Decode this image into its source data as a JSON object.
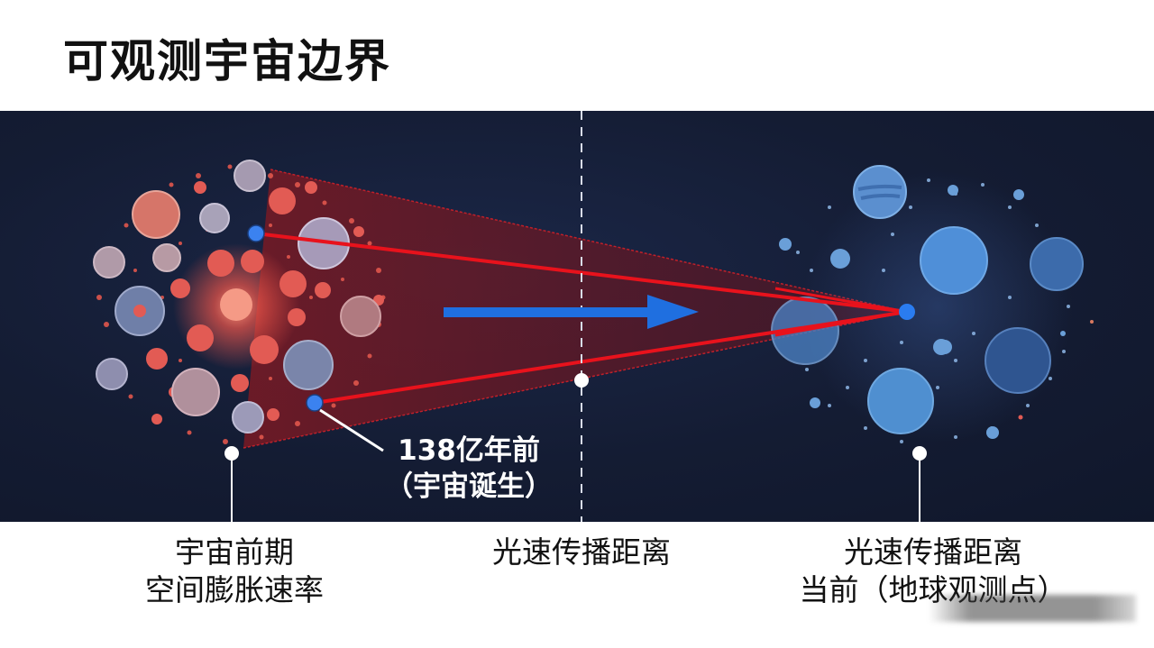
{
  "title": "可观测宇宙边界",
  "diagram": {
    "annotation": {
      "line1": "138亿年前",
      "line2": "（宇宙诞生）"
    },
    "labels": {
      "left": {
        "line1": "宇宙前期",
        "line2": "空间膨胀速率"
      },
      "center": {
        "line1": "光速传播距离"
      },
      "right": {
        "line1": "光速传播距离",
        "line2": "当前（地球观测点）"
      }
    },
    "colors": {
      "background": "#141c33",
      "light_ray": "#e8121c",
      "cone_fill": "#6a1520",
      "arrow": "#1f6fe0",
      "early_universe": "#e05a52",
      "current_universe": "#5b9be0",
      "marker": "#ffffff"
    },
    "icons": {
      "early_universe_cluster": "red-galaxy-cluster-icon",
      "current_universe_cluster": "blue-galaxy-cluster-icon",
      "earth_point": "blue-dot-icon",
      "direction": "right-arrow-icon"
    }
  }
}
